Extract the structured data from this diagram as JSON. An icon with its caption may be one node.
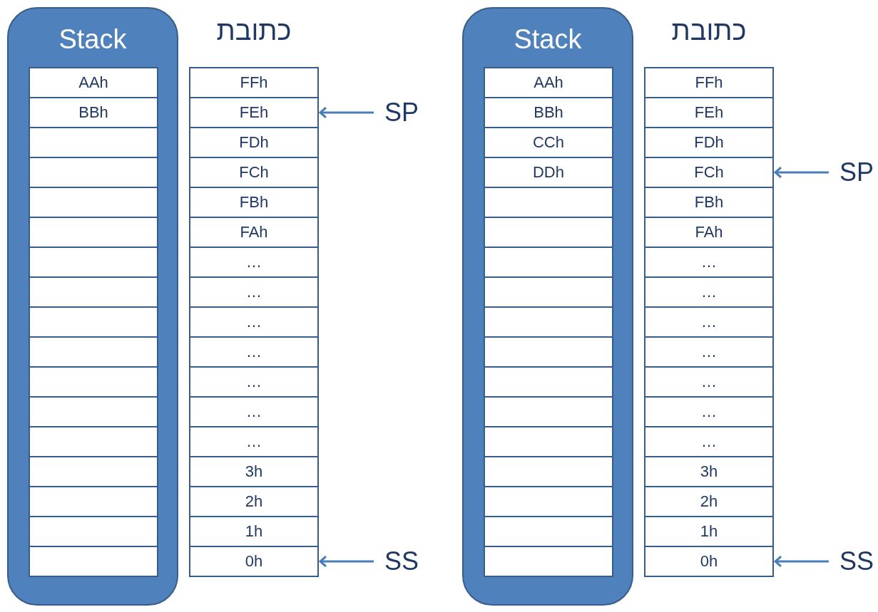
{
  "diagram": {
    "nodes": [
      {
        "text": [
          "Stack"
        ]
      },
      {
        "text": [
          "AAh"
        ],
        "in": 0
      },
      {
        "text": [
          "BBh"
        ],
        "in": 0
      },
      {
        "text": [],
        "shape": "box",
        "in": 0
      },
      {
        "text": [],
        "shape": "box",
        "in": 0
      },
      {
        "text": [],
        "shape": "box",
        "in": 0
      },
      {
        "text": [],
        "shape": "box",
        "in": 0
      },
      {
        "text": [],
        "shape": "box",
        "in": 0
      },
      {
        "text": [],
        "shape": "box",
        "in": 0
      },
      {
        "text": [],
        "shape": "box",
        "in": 0
      },
      {
        "text": [],
        "shape": "box",
        "in": 0
      },
      {
        "text": [],
        "shape": "box",
        "in": 0
      },
      {
        "text": [],
        "shape": "box",
        "in": 0
      },
      {
        "text": [],
        "shape": "box",
        "in": 0
      },
      {
        "text": [],
        "shape": "box",
        "in": 0
      },
      {
        "text": [],
        "shape": "box",
        "in": 0
      },
      {
        "text": [],
        "shape": "box",
        "in": 0
      },
      {
        "text": [],
        "shape": "box",
        "in": 0
      },
      {
        "text": [
          "FFh"
        ]
      },
      {
        "text": [
          "FEh"
        ]
      },
      {
        "text": [
          "FDh"
        ]
      },
      {
        "text": [
          "FCh"
        ]
      },
      {
        "text": [
          "FBh"
        ]
      },
      {
        "text": [
          "FAh"
        ]
      },
      {
        "text": [
          "…"
        ]
      },
      {
        "text": [
          "…"
        ]
      },
      {
        "text": [
          "…"
        ]
      },
      {
        "text": [
          "…"
        ]
      },
      {
        "text": [
          "…"
        ]
      },
      {
        "text": [
          "…"
        ]
      },
      {
        "text": [
          "…"
        ]
      },
      {
        "text": [
          "3h"
        ]
      },
      {
        "text": [
          "2h"
        ]
      },
      {
        "text": [
          "1h"
        ]
      },
      {
        "text": [
          "0h"
        ]
      },
      {
        "text": [
          "SP"
        ]
      },
      {
        "text": [
          "SS"
        ]
      },
      {
        "text": [
          "Stack"
        ]
      },
      {
        "text": [
          "AAh"
        ],
        "in": 37
      },
      {
        "text": [
          "BBh"
        ],
        "in": 37
      },
      {
        "text": [
          "CCh"
        ],
        "in": 37
      },
      {
        "text": [
          "DDh"
        ],
        "in": 37
      },
      {
        "text": [],
        "shape": "box",
        "in": 37
      },
      {
        "text": [],
        "shape": "box",
        "in": 37
      },
      {
        "text": [],
        "shape": "box",
        "in": 37
      },
      {
        "text": [],
        "shape": "box",
        "in": 37
      },
      {
        "text": [],
        "shape": "box",
        "in": 37
      },
      {
        "text": [],
        "shape": "box",
        "in": 37
      },
      {
        "text": [],
        "shape": "box",
        "in": 37
      },
      {
        "text": [],
        "shape": "box",
        "in": 37
      },
      {
        "text": [],
        "shape": "box",
        "in": 37
      },
      {
        "text": [],
        "shape": "box",
        "in": 37
      },
      {
        "text": [],
        "shape": "box",
        "in": 37
      },
      {
        "text": [],
        "shape": "box",
        "in": 37
      },
      {
        "text": [],
        "shape": "box",
        "in": 37
      },
      {
        "text": [
          "FFh"
        ]
      },
      {
        "text": [
          "FEh"
        ]
      },
      {
        "text": [
          "FDh"
        ]
      },
      {
        "text": [
          "FCh"
        ]
      },
      {
        "text": [
          "FBh"
        ]
      },
      {
        "text": [
          "FAh"
        ]
      },
      {
        "text": [
          "…"
        ]
      },
      {
        "text": [
          "…"
        ]
      },
      {
        "text": [
          "…"
        ]
      },
      {
        "text": [
          "…"
        ]
      },
      {
        "text": [
          "…"
        ]
      },
      {
        "text": [
          "…"
        ]
      },
      {
        "text": [
          "…"
        ]
      },
      {
        "text": [
          "3h"
        ]
      },
      {
        "text": [
          "2h"
        ]
      },
      {
        "text": [
          "1h"
        ]
      },
      {
        "text": [
          "0h"
        ]
      },
      {
        "text": [
          "SP"
        ]
      },
      {
        "text": [
          "SS"
        ]
      }
    ],
    "edges": [
      {
        "from": 35,
        "to": 19,
        "arrow": "to"
      },
      {
        "from": 36,
        "to": 34,
        "arrow": "to"
      },
      {
        "from": 72,
        "to": 58,
        "arrow": "to"
      },
      {
        "from": 73,
        "to": 71,
        "arrow": "to"
      }
    ],
    "labels": [
      "כתובת",
      "כתובת"
    ]
  }
}
